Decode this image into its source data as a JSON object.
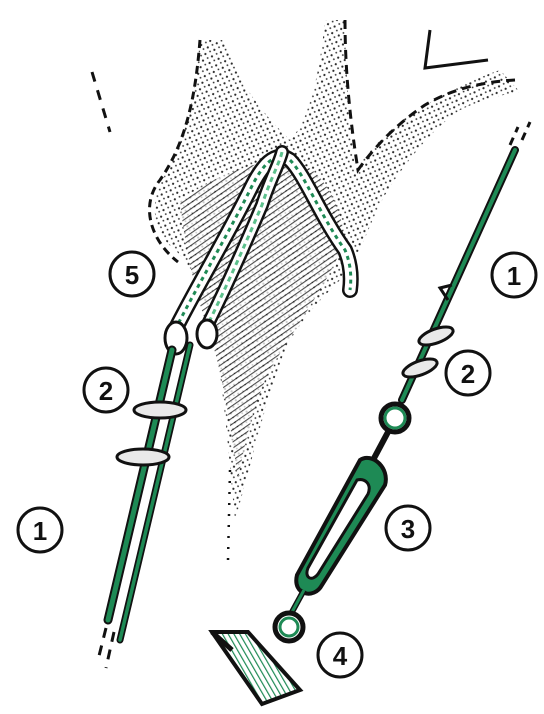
{
  "labels": {
    "left_5": "5",
    "left_2": "2",
    "left_1": "1",
    "right_1": "1",
    "right_2": "2",
    "right_3": "3",
    "right_4": "4"
  },
  "colors": {
    "ink": "#111111",
    "green": "#1e8a55",
    "green_light": "#5cc08c",
    "paper": "#ffffff",
    "metal": "#e9e9e9"
  },
  "icons": {
    "tree_trunk": "tree-crotch-illustration",
    "sling": "webbing-sling-icon",
    "clamps": "wire-rope-clip-icon",
    "turnbuckle": "turnbuckle-icon",
    "anchor": "ground-anchor-eye-icon"
  }
}
